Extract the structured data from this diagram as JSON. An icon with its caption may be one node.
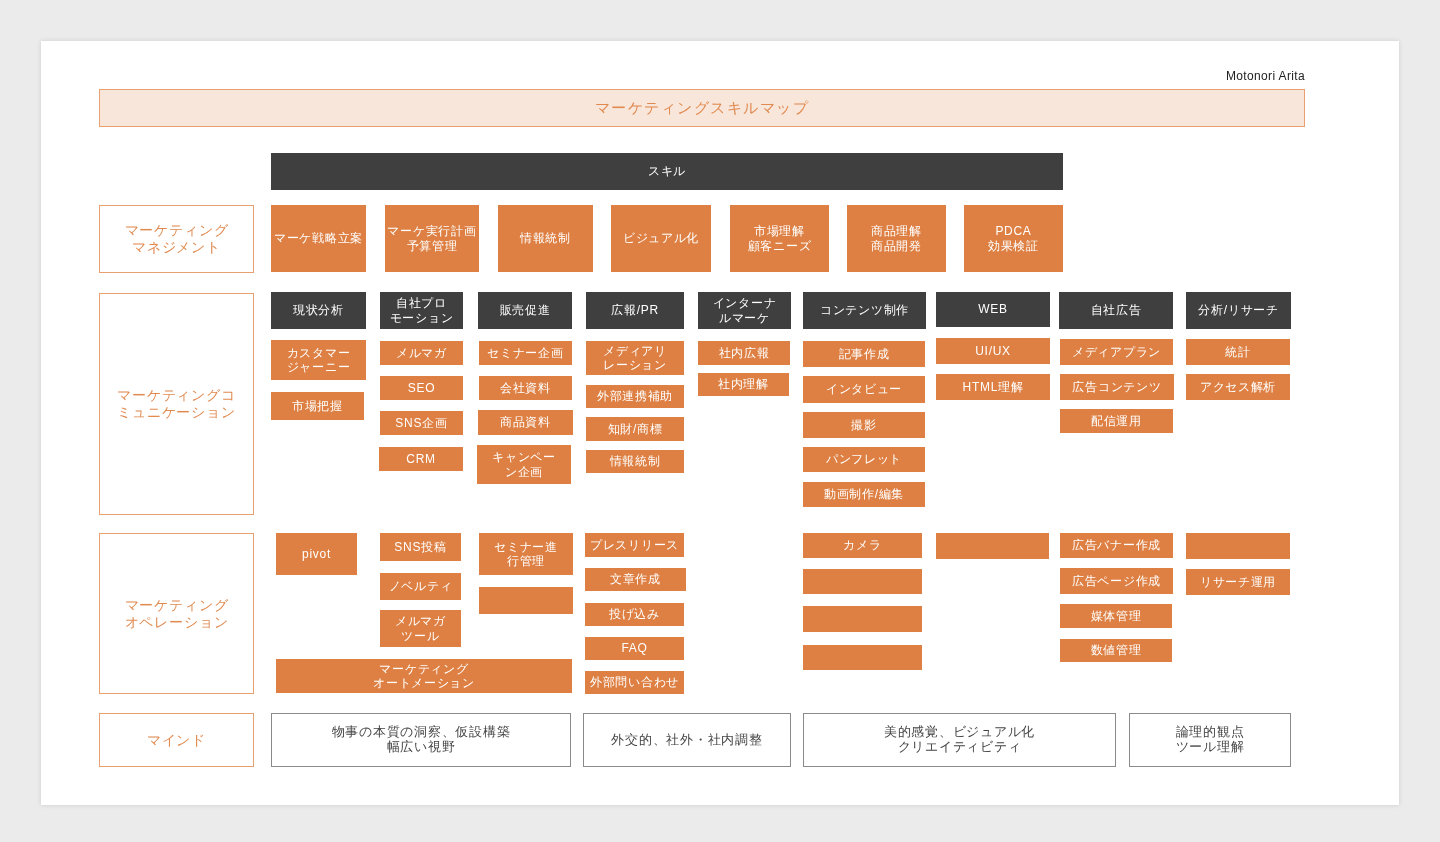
{
  "diagram": {
    "title": "マーケティングスキルマップ",
    "nodes": [
      {
        "text": [
          "スキル"
        ]
      },
      {
        "text": [
          "マーケティングマネジメント"
        ]
      },
      {
        "text": [
          "マーケ戦略立案"
        ]
      },
      {
        "text": [
          "マーケ実行計画",
          "予算管理"
        ]
      },
      {
        "text": [
          "情報統制"
        ]
      },
      {
        "text": [
          "ビジュアル化"
        ]
      },
      {
        "text": [
          "市場理解",
          "顧客ニーズ"
        ]
      },
      {
        "text": [
          "商品理解",
          "商品開発"
        ]
      },
      {
        "text": [
          "PDCA",
          "効果検証"
        ]
      },
      {
        "text": [
          "マーケティングコミュニケーション"
        ]
      },
      {
        "text": [
          "現状分析"
        ]
      },
      {
        "text": [
          "自社プロモーション"
        ]
      },
      {
        "text": [
          "販売促進"
        ]
      },
      {
        "text": [
          "広報/PR"
        ]
      },
      {
        "text": [
          "インターナルマーケ"
        ]
      },
      {
        "text": [
          "コンテンツ制作"
        ]
      },
      {
        "text": [
          "WEB"
        ]
      },
      {
        "text": [
          "自社広告"
        ]
      },
      {
        "text": [
          "分析/リサーチ"
        ]
      },
      {
        "text": [
          "カスタマージャーニー"
        ]
      },
      {
        "text": [
          "市場把握"
        ]
      },
      {
        "text": [
          "メルマガ"
        ]
      },
      {
        "text": [
          "SEO"
        ]
      },
      {
        "text": [
          "SNS企画"
        ]
      },
      {
        "text": [
          "CRM"
        ]
      },
      {
        "text": [
          "セミナー企画"
        ]
      },
      {
        "text": [
          "会社資料"
        ]
      },
      {
        "text": [
          "商品資料"
        ]
      },
      {
        "text": [
          "キャンペーン企画"
        ]
      },
      {
        "text": [
          "メディアリレーション"
        ]
      },
      {
        "text": [
          "外部連携補助"
        ]
      },
      {
        "text": [
          "知財/商標"
        ]
      },
      {
        "text": [
          "情報統制"
        ]
      },
      {
        "text": [
          "社内広報"
        ]
      },
      {
        "text": [
          "社内理解"
        ]
      },
      {
        "text": [
          "記事作成"
        ]
      },
      {
        "text": [
          "インタビュー"
        ]
      },
      {
        "text": [
          "撮影"
        ]
      },
      {
        "text": [
          "パンフレット"
        ]
      },
      {
        "text": [
          "動画制作/編集"
        ]
      },
      {
        "text": [
          "UI/UX"
        ]
      },
      {
        "text": [
          "HTML理解"
        ]
      },
      {
        "text": [
          "メディアプラン"
        ]
      },
      {
        "text": [
          "広告コンテンツ"
        ]
      },
      {
        "text": [
          "配信運用"
        ]
      },
      {
        "text": [
          "統計"
        ]
      },
      {
        "text": [
          "アクセス解析"
        ]
      },
      {
        "text": [
          "マーケティングオペレーション"
        ]
      },
      {
        "text": [
          "pivot"
        ]
      },
      {
        "text": [
          "SNS投稿"
        ]
      },
      {
        "text": [
          "ノベルティ"
        ]
      },
      {
        "text": [
          "メルマガツール"
        ]
      },
      {
        "text": [
          "セミナー進行管理"
        ]
      },
      {
        "text": [],
        "shape": "box"
      },
      {
        "text": [
          "マーケティングオートメーション"
        ]
      },
      {
        "text": [
          "プレスリリース"
        ]
      },
      {
        "text": [
          "文章作成"
        ]
      },
      {
        "text": [
          "投げ込み"
        ]
      },
      {
        "text": [
          "FAQ"
        ]
      },
      {
        "text": [
          "外部問い合わせ"
        ]
      },
      {
        "text": [
          "カメラ"
        ]
      },
      {
        "text": [],
        "shape": "box"
      },
      {
        "text": [],
        "shape": "box"
      },
      {
        "text": [],
        "shape": "box"
      },
      {
        "text": [],
        "shape": "box"
      },
      {
        "text": [
          "広告バナー作成"
        ]
      },
      {
        "text": [
          "広告ページ作成"
        ]
      },
      {
        "text": [
          "媒体管理"
        ]
      },
      {
        "text": [
          "数値管理"
        ]
      },
      {
        "text": [],
        "shape": "box"
      },
      {
        "text": [
          "リサーチ運用"
        ]
      },
      {
        "text": [
          "マインド"
        ]
      },
      {
        "text": [
          "物事の本質の洞察、仮設構築",
          "幅広い視野"
        ]
      },
      {
        "text": [
          "外交的、社外・社内調整"
        ]
      },
      {
        "text": [
          "美的感覚、ビジュアル化",
          "クリエイティビティ"
        ]
      },
      {
        "text": [
          "論理的観点",
          "ツール理解"
        ]
      }
    ],
    "labels": [
      "Motonori Arita"
    ]
  }
}
